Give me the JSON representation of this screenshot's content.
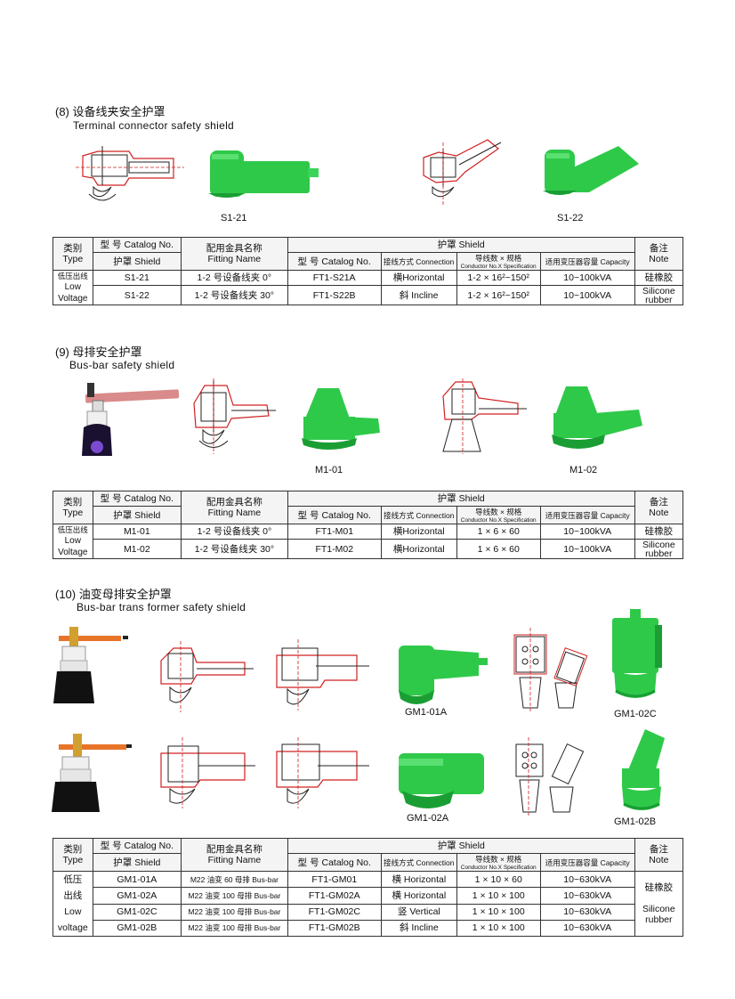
{
  "s8": {
    "title": "(8) 设备线夹安全护罩",
    "subtitle": "Terminal  connector  safety  shield",
    "cap1": "S1-21",
    "cap2": "S1-22",
    "table": {
      "h_type_cn": "类别",
      "h_type_en": "Type",
      "h_model": "型 号 Catalog No.",
      "h_shield": "护罩 Shield",
      "h_fit_cn": "配用金具名称",
      "h_fit_en": "Fitting  Name",
      "h_shield_grp": "护罩 Shield",
      "h_cat": "型 号 Catalog No.",
      "h_conn": "接线方式 Connection",
      "h_spec_cn": "导线数 × 规格",
      "h_spec_en": "Conductor No.X Specification",
      "h_cap": "适用变压器容量 Capacity",
      "h_note_cn": "备注",
      "h_note_en": "Note",
      "type_cn": "低压出线",
      "type_en1": "Low",
      "type_en2": "Voltage",
      "note_cn": "硅橡胶",
      "note_en1": "Silicone",
      "note_en2": "rubber",
      "rows": [
        {
          "model": "S1-21",
          "fit": "1-2 号设备线夹 0°",
          "cat": "FT1-S21A",
          "conn": "横Horizontal",
          "spec": "1-2 × 16²~150²",
          "cap": "10~100kVA"
        },
        {
          "model": "S1-22",
          "fit": "1-2 号设备线夹 30°",
          "cat": "FT1-S22B",
          "conn": "斜 Incline",
          "spec": "1-2 × 16²~150²",
          "cap": "10~100kVA"
        }
      ]
    }
  },
  "s9": {
    "title": "(9) 母排安全护罩",
    "subtitle": "Bus-bar safety shield",
    "cap1": "M1-01",
    "cap2": "M1-02",
    "table": {
      "h_type_cn": "类别",
      "h_type_en": "Type",
      "h_model": "型 号 Catalog No.",
      "h_shield": "护罩 Shield",
      "h_fit_cn": "配用金具名称",
      "h_fit_en": "Fitting  Name",
      "h_shield_grp": "护罩 Shield",
      "h_cat": "型 号 Catalog No.",
      "h_conn": "接线方式 Connection",
      "h_spec_cn": "导线数 × 规格",
      "h_spec_en": "Conductor No.X Specification",
      "h_cap": "适用变压器容量 Capacity",
      "h_note_cn": "备注",
      "h_note_en": "Note",
      "type_cn": "低压出线",
      "type_en1": "Low",
      "type_en2": "Voltage",
      "note_cn": "硅橡胶",
      "note_en1": "Silicone",
      "note_en2": "rubber",
      "rows": [
        {
          "model": "M1-01",
          "fit": "1-2 号设备线夹 0°",
          "cat": "FT1-M01",
          "conn": "横Horizontal",
          "spec": "1 × 6 × 60",
          "cap": "10~100kVA"
        },
        {
          "model": "M1-02",
          "fit": "1-2 号设备线夹 30°",
          "cat": "FT1-M02",
          "conn": "横Horizontal",
          "spec": "1 × 6 × 60",
          "cap": "10~100kVA"
        }
      ]
    }
  },
  "s10": {
    "title": "(10) 油变母排安全护罩",
    "subtitle": "Bus-bar  trans  former  safety  shield",
    "cap1": "GM1-01A",
    "cap2": "GM1-02C",
    "cap3": "GM1-02A",
    "cap4": "GM1-02B",
    "table": {
      "h_type_cn": "类别",
      "h_type_en": "Type",
      "h_model": "型 号 Catalog No.",
      "h_shield": "护罩 Shield",
      "h_fit_cn": "配用金具名称",
      "h_fit_en": "Fitting  Name",
      "h_shield_grp": "护罩 Shield",
      "h_cat": "型 号 Catalog No.",
      "h_conn": "接线方式 Connection",
      "h_spec_cn": "导线数 × 规格",
      "h_spec_en": "Conductor No.X Specification",
      "h_cap": "适用变压器容量 Capacity",
      "h_note_cn": "备注",
      "h_note_en": "Note",
      "type_cn1": "低压",
      "type_cn2": "出线",
      "type_en1": "Low",
      "type_en2": "voltage",
      "note_cn": "硅橡胶",
      "note_en1": "Silicone",
      "note_en2": "rubber",
      "rows": [
        {
          "model": "GM1-01A",
          "fit": "M22 油变 60 母排 Bus-bar",
          "cat": "FT1-GM01",
          "conn": "横 Horizontal",
          "spec": "1 × 10 × 60",
          "cap": "10~630kVA"
        },
        {
          "model": "GM1-02A",
          "fit": "M22 油变 100 母排 Bus-bar",
          "cat": "FT1-GM02A",
          "conn": "横 Horizontal",
          "spec": "1 × 10 × 100",
          "cap": "10~630kVA"
        },
        {
          "model": "GM1-02C",
          "fit": "M22 油变 100 母排 Bus-bar",
          "cat": "FT1-GM02C",
          "conn": "竖 Vertical",
          "spec": "1 × 10 × 100",
          "cap": "10~630kVA"
        },
        {
          "model": "GM1-02B",
          "fit": "M22 油变 100 母排 Bus-bar",
          "cat": "FT1-GM02B",
          "conn": "斜 Incline",
          "spec": "1 × 10 × 100",
          "cap": "10~630kVA"
        }
      ]
    }
  },
  "colors": {
    "shield_green": "#2fc94a",
    "drawing_red": "#d02020",
    "bar_pink": "#d98a8a",
    "bar_orange": "#e8742a"
  }
}
